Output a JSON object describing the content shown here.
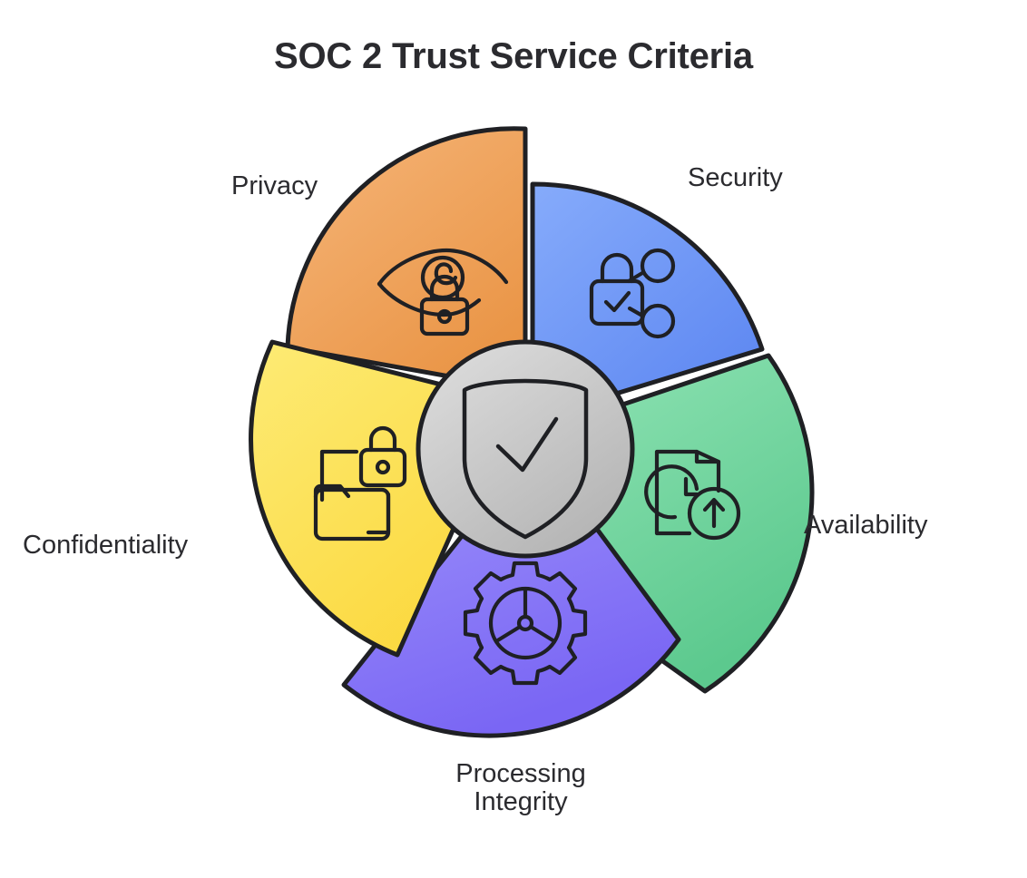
{
  "title": "SOC 2 Trust Service Criteria",
  "center": {
    "icon": "shield-check-icon",
    "fill_from": "#D8D8D8",
    "fill_to": "#B6B6B6",
    "stroke": "#1f2024"
  },
  "chart_data": {
    "type": "pie",
    "title": "SOC 2 Trust Service Criteria",
    "categories": [
      "Security",
      "Availability",
      "Processing Integrity",
      "Confidentiality",
      "Privacy"
    ],
    "values": [
      20,
      20,
      20,
      20,
      20
    ],
    "legend": "segment-labels",
    "grid": false
  },
  "segments": [
    {
      "id": "security",
      "label": "Security",
      "color": "#6F99F9",
      "color_light": "#85AAFB",
      "color_dark": "#5C87F2",
      "icon": "lock-network-icon"
    },
    {
      "id": "availability",
      "label": "Availability",
      "color": "#79D9A3",
      "color_light": "#8FE2B3",
      "color_dark": "#5ECB90",
      "icon": "document-clock-upload-icon"
    },
    {
      "id": "processing-integrity",
      "label": "Processing Integrity",
      "label_line1": "Processing",
      "label_line2": "Integrity",
      "color": "#8B7CF8",
      "color_light": "#9D92FB",
      "color_dark": "#7A68F4",
      "icon": "gear-icon"
    },
    {
      "id": "confidentiality",
      "label": "Confidentiality",
      "color": "#FCE157",
      "color_light": "#FDE96F",
      "color_dark": "#FBD93F",
      "icon": "folder-lock-icon"
    },
    {
      "id": "privacy",
      "label": "Privacy",
      "color": "#F0A55E",
      "color_light": "#F4B273",
      "color_dark": "#EB974A",
      "icon": "eye-lock-icon"
    }
  ]
}
